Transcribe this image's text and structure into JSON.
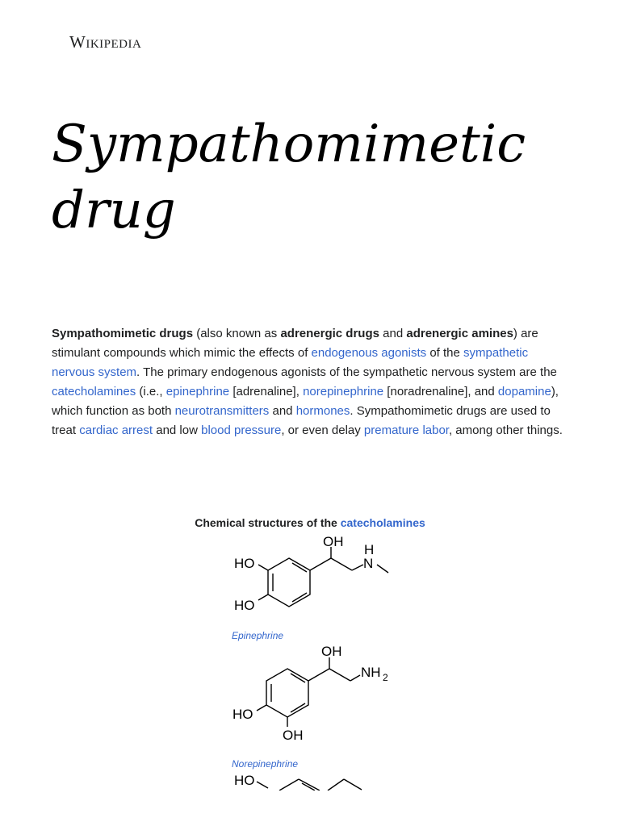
{
  "site": {
    "wordmark": "Wikipedia"
  },
  "article": {
    "title": "Sympathomimetic drug",
    "lead": [
      {
        "t": "b",
        "v": "Sympathomimetic drugs"
      },
      {
        "t": "s",
        "v": " (also known as "
      },
      {
        "t": "b",
        "v": "adrenergic drugs"
      },
      {
        "t": "s",
        "v": " and "
      },
      {
        "t": "b",
        "v": "adrenergic amines"
      },
      {
        "t": "s",
        "v": ") are stimulant compounds which mimic the effects of "
      },
      {
        "t": "a",
        "v": "endogenous agonists"
      },
      {
        "t": "s",
        "v": " of the "
      },
      {
        "t": "a",
        "v": "sympathetic nervous system"
      },
      {
        "t": "s",
        "v": ". The primary endogenous agonists of the sympathetic nervous system are the "
      },
      {
        "t": "a",
        "v": "catecholamines"
      },
      {
        "t": "s",
        "v": " (i.e., "
      },
      {
        "t": "a",
        "v": "epinephrine"
      },
      {
        "t": "s",
        "v": " [adrenaline], "
      },
      {
        "t": "a",
        "v": "norepinephrine"
      },
      {
        "t": "s",
        "v": " [noradrenaline], and "
      },
      {
        "t": "a",
        "v": "dopamine"
      },
      {
        "t": "s",
        "v": "), which function as both "
      },
      {
        "t": "a",
        "v": "neurotransmitters"
      },
      {
        "t": "s",
        "v": " and "
      },
      {
        "t": "a",
        "v": "hormones"
      },
      {
        "t": "s",
        "v": ". Sympathomimetic drugs are used to treat "
      },
      {
        "t": "a",
        "v": "cardiac arrest"
      },
      {
        "t": "s",
        "v": " and low "
      },
      {
        "t": "a",
        "v": "blood pressure"
      },
      {
        "t": "s",
        "v": ", or even delay "
      },
      {
        "t": "a",
        "v": "premature labor"
      },
      {
        "t": "s",
        "v": ", among other things."
      }
    ]
  },
  "figure": {
    "caption_prefix": "Chemical structures of the ",
    "caption_link": "catecholamines",
    "molecules": [
      {
        "label": "Epinephrine",
        "atoms": {
          "oh": "OH",
          "h": "H",
          "n": "N",
          "ho1": "HO",
          "ho2": "HO"
        }
      },
      {
        "label": "Norepinephrine",
        "atoms": {
          "oh": "OH",
          "nh": "NH",
          "sub": "2",
          "ho1": "HO",
          "ho2": "OH"
        }
      },
      {
        "atoms": {
          "ho1": "HO"
        }
      }
    ]
  },
  "colors": {
    "link": "#3366cc",
    "text": "#202122"
  }
}
